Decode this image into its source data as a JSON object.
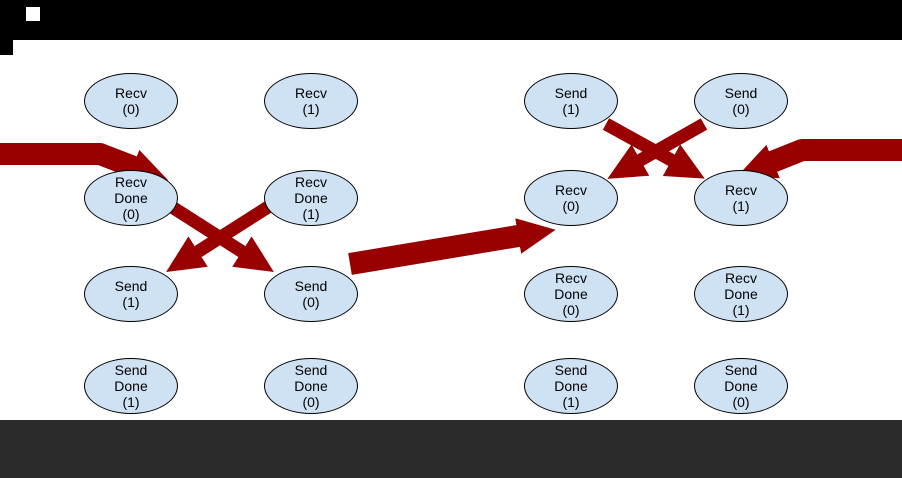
{
  "colors": {
    "top_bar": "#000000",
    "bottom_bar": "#2b2b2b",
    "canvas": "#ffffff",
    "node_fill": "#cfe2f3",
    "node_border": "#000000",
    "arrow_red": "#990000"
  },
  "diagram": {
    "nodes": [
      {
        "label": "Recv\n(0)"
      },
      {
        "label": "Recv\nDone\n(0)"
      },
      {
        "label": "Send\n(1)"
      },
      {
        "label": "Send\nDone\n(1)"
      },
      {
        "label": "Recv\n(1)"
      },
      {
        "label": "Recv\nDone\n(1)"
      },
      {
        "label": "Send\n(0)"
      },
      {
        "label": "Send\nDone\n(0)"
      },
      {
        "label": "Send\n(1)"
      },
      {
        "label": "Recv\n(0)"
      },
      {
        "label": "Recv\nDone\n(0)"
      },
      {
        "label": "Send\nDone\n(1)"
      },
      {
        "label": "Send\n(0)"
      },
      {
        "label": "Recv\n(1)"
      },
      {
        "label": "Recv\nDone\n(1)"
      },
      {
        "label": "Send\nDone\n(0)"
      }
    ],
    "arrows": [
      {
        "name": "incoming-left",
        "from": "off-screen-left",
        "to": "Recv Done (0)",
        "color": "#990000"
      },
      {
        "name": "recv-done-0-to-send-0",
        "from": "Recv Done (0)",
        "to": "Send (0)",
        "color": "#990000"
      },
      {
        "name": "recv-done-1-to-send-1",
        "from": "Recv Done (1)",
        "to": "Send (1)",
        "color": "#990000"
      },
      {
        "name": "send-0-to-recv-0-right",
        "from": "Send (0)",
        "to": "Recv (0) right",
        "color": "#990000"
      },
      {
        "name": "send-1-right-to-recv-1-right",
        "from": "Send (1) right",
        "to": "Recv (1) right",
        "color": "#990000"
      },
      {
        "name": "send-0-right-to-recv-0-right",
        "from": "Send (0) right",
        "to": "Recv (0) right",
        "color": "#990000"
      },
      {
        "name": "incoming-right",
        "from": "off-screen-right",
        "to": "Recv (1) right",
        "color": "#990000"
      }
    ]
  }
}
